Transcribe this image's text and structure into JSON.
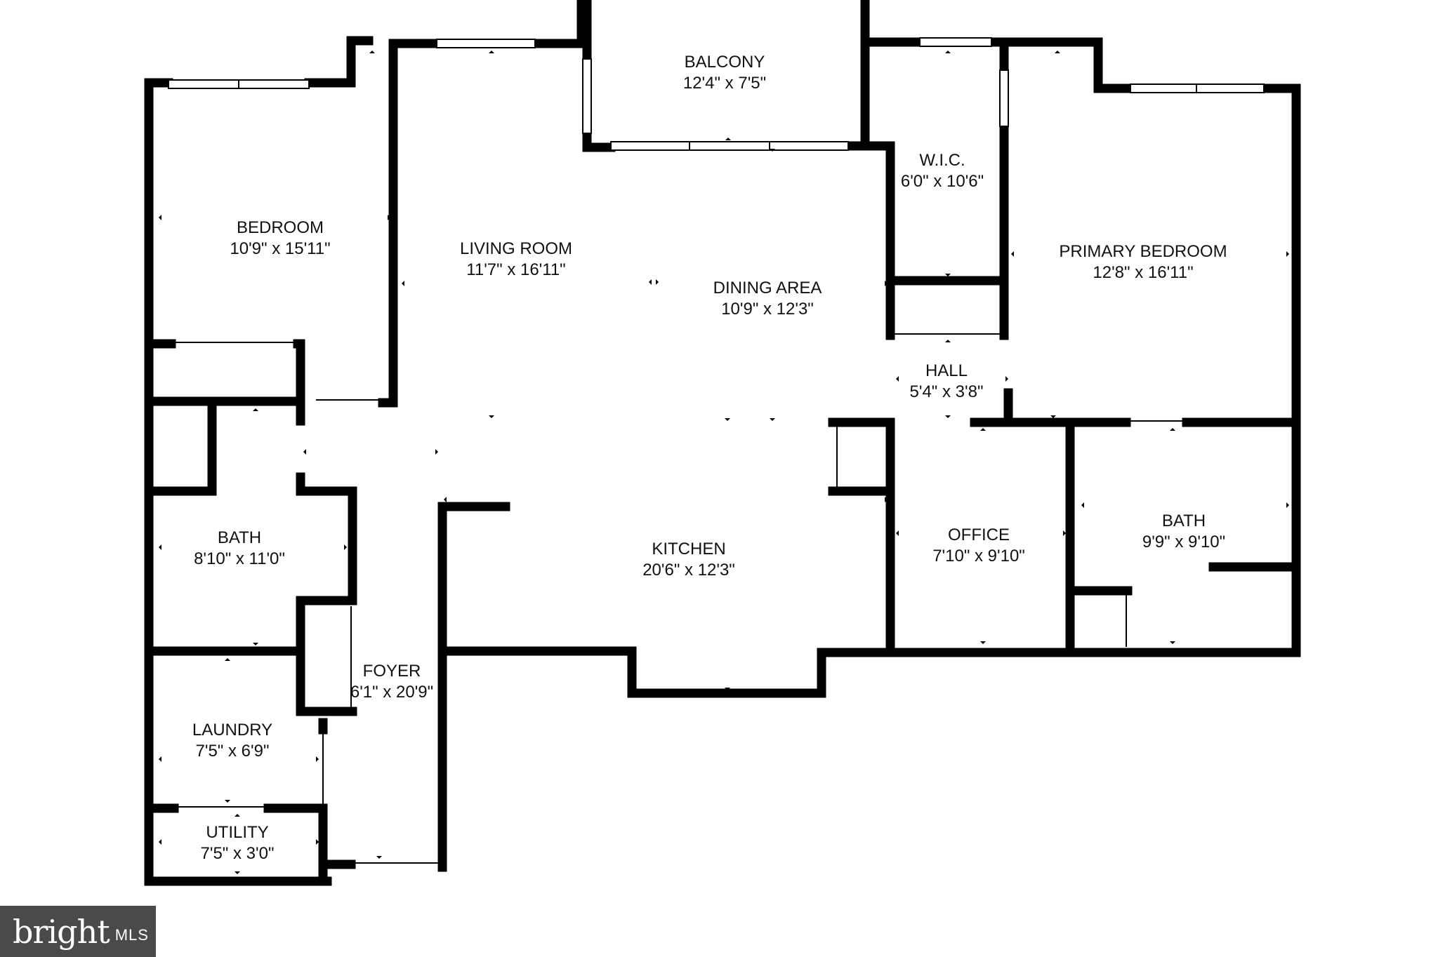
{
  "rooms": {
    "balcony": {
      "name": "BALCONY",
      "dims": "12'4\" x 7'5\""
    },
    "bedroom": {
      "name": "BEDROOM",
      "dims": "10'9\" x 15'11\""
    },
    "living_room": {
      "name": "LIVING ROOM",
      "dims": "11'7\" x 16'11\""
    },
    "dining_area": {
      "name": "DINING AREA",
      "dims": "10'9\" x 12'3\""
    },
    "wic": {
      "name": "W.I.C.",
      "dims": "6'0\" x 10'6\""
    },
    "primary_bedroom": {
      "name": "PRIMARY BEDROOM",
      "dims": "12'8\" x 16'11\""
    },
    "hall": {
      "name": "HALL",
      "dims": "5'4\" x 3'8\""
    },
    "bath_left": {
      "name": "BATH",
      "dims": "8'10\" x 11'0\""
    },
    "kitchen": {
      "name": "KITCHEN",
      "dims": "20'6\" x 12'3\""
    },
    "office": {
      "name": "OFFICE",
      "dims": "7'10\" x 9'10\""
    },
    "bath_right": {
      "name": "BATH",
      "dims": "9'9\" x 9'10\""
    },
    "foyer": {
      "name": "FOYER",
      "dims": "6'1\" x 20'9\""
    },
    "laundry": {
      "name": "LAUNDRY",
      "dims": "7'5\" x 6'9\""
    },
    "utility": {
      "name": "UTILITY",
      "dims": "7'5\" x 3'0\""
    }
  },
  "watermark": {
    "brand": "bright",
    "suffix": "MLS"
  },
  "colors": {
    "wall": "#000000",
    "background": "#ffffff",
    "watermark_bg": "#4a4a4a"
  }
}
